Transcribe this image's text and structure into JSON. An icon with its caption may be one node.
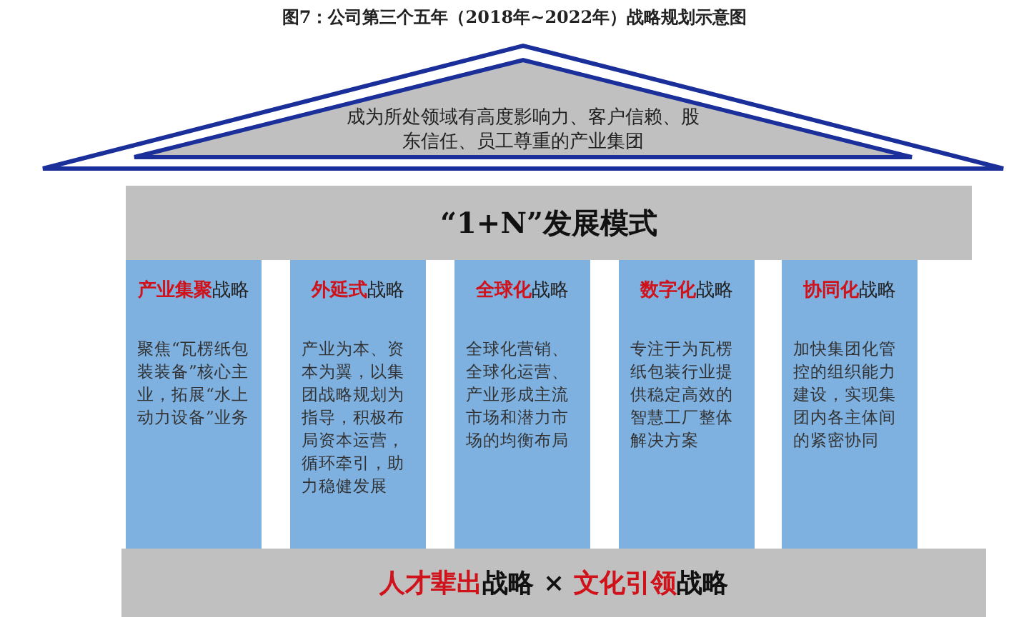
{
  "diagram": {
    "title": "图7：公司第三个五年（2018年~2022年）战略规划示意图",
    "nodes": [
      {
        "text": [
          "成为所处领域有高度影响力、客户信赖、股东信任、员工尊重的产业集团"
        ]
      },
      {
        "text": [
          "“1+N”发展模式"
        ]
      },
      {
        "text": [
          "**产业集聚**战略",
          "聚焦“瓦楞纸包装装备”核心主业，拓展“水上动力设备”业务"
        ]
      },
      {
        "text": [
          "**外延式**战略",
          "产业为本、资本为翼，以集团战略规划为指导，积极布局资本运营，循环牵引，助力稳健发展"
        ]
      },
      {
        "text": [
          "**全球化**战略",
          "全球化营销、全球化运营、产业形成主流市场和潜力市场的均衡布局"
        ]
      },
      {
        "text": [
          "**数字化**战略",
          "专注于为瓦楞纸包装行业提供稳定高效的智慧工厂整体解决方案"
        ]
      },
      {
        "text": [
          "**协同化**战略",
          "加快集团化管控的组织能力建设，实现集团内各主体间的紧密协同"
        ]
      },
      {
        "text": [
          "**人才辈出**战略 × **文化引领**战略"
        ]
      }
    ],
    "edges": []
  }
}
